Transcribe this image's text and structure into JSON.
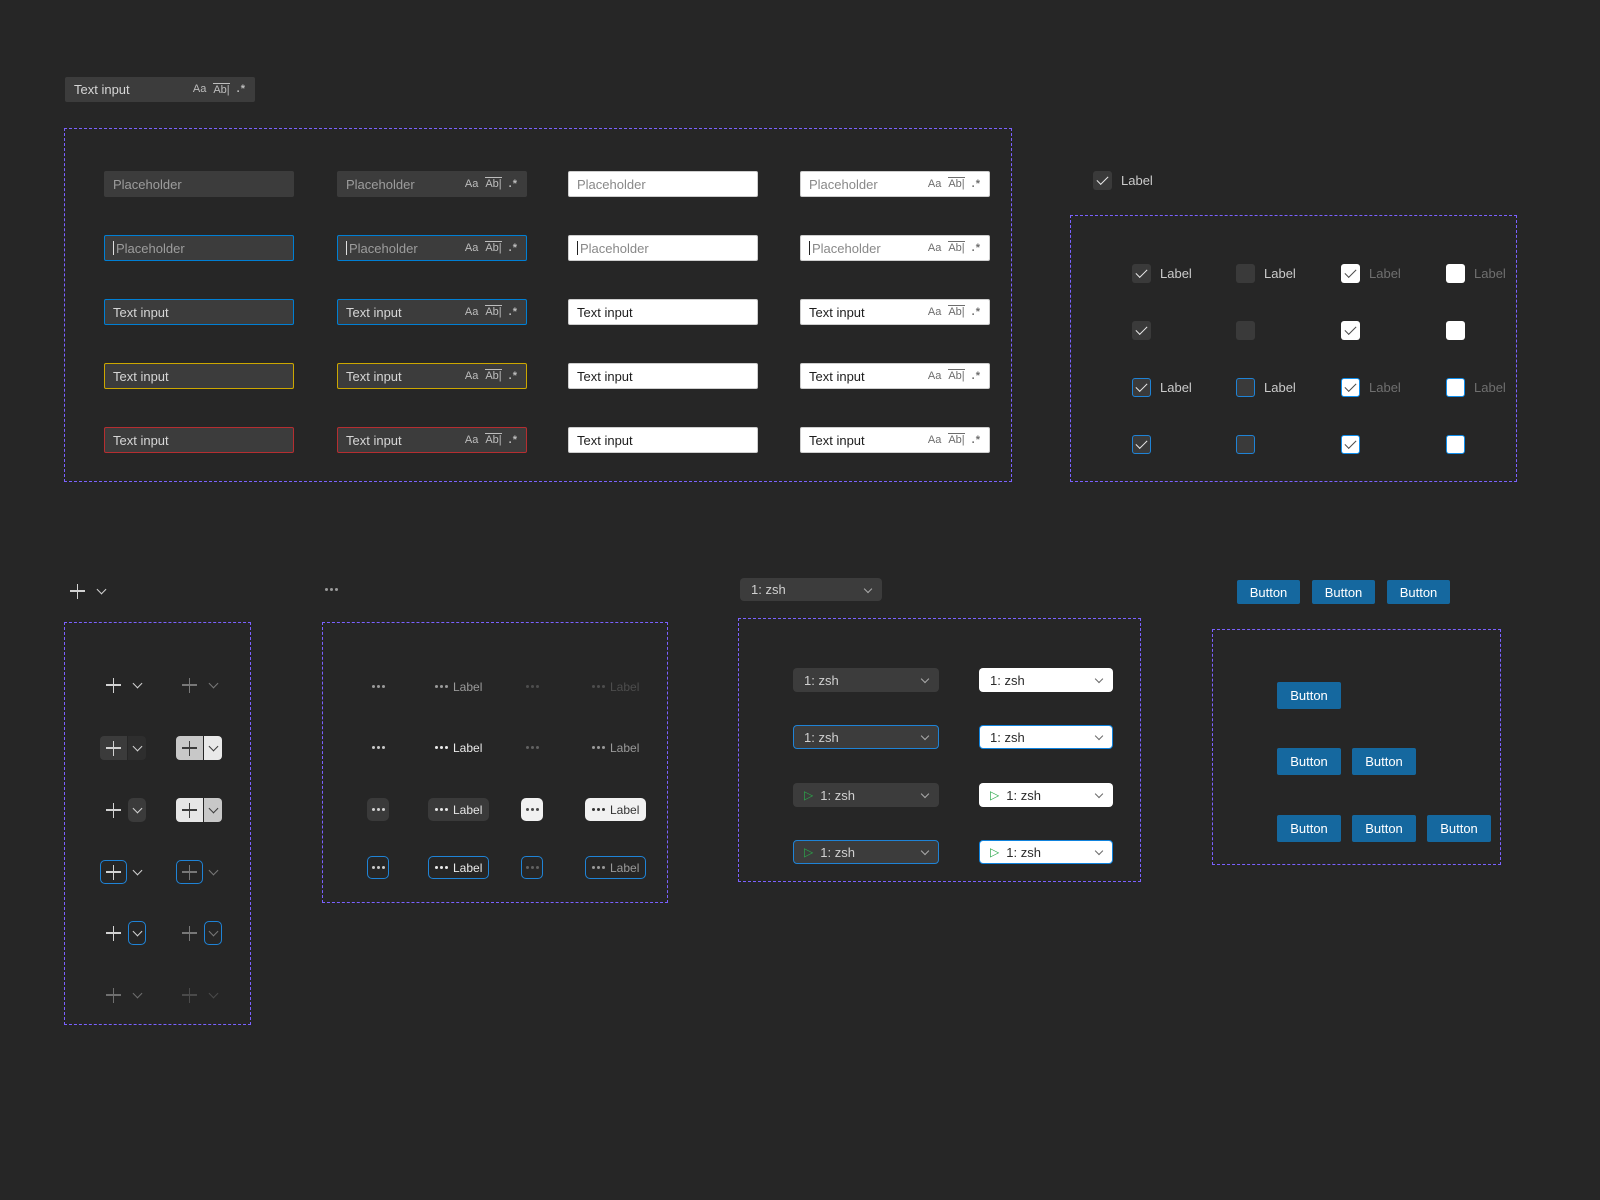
{
  "strings": {
    "text_input_value": "Text input",
    "placeholder": "Placeholder",
    "checkbox_label": "Label",
    "dropdown_value": "1: zsh",
    "button_label": "Button"
  },
  "icon_glyphs": {
    "match_case": "Aa",
    "whole_word": "Ab|",
    "regex": ".*",
    "play": "▷"
  },
  "colors": {
    "canvas_background": "#262626",
    "component_outline_purple": "#7b61ff",
    "input_dark_background": "#3c3c3c",
    "input_light_background": "#ffffff",
    "focus_blue_dark": "#007fd4",
    "focus_blue_light": "#0f92f4",
    "warning_border_dark": "#cca700",
    "warning_border_light": "#bf8803",
    "error_border_dark": "#b52e31",
    "error_border_light": "#e51400",
    "button_background_blue": "#15689f",
    "play_icon_green": "#2aa84a"
  }
}
